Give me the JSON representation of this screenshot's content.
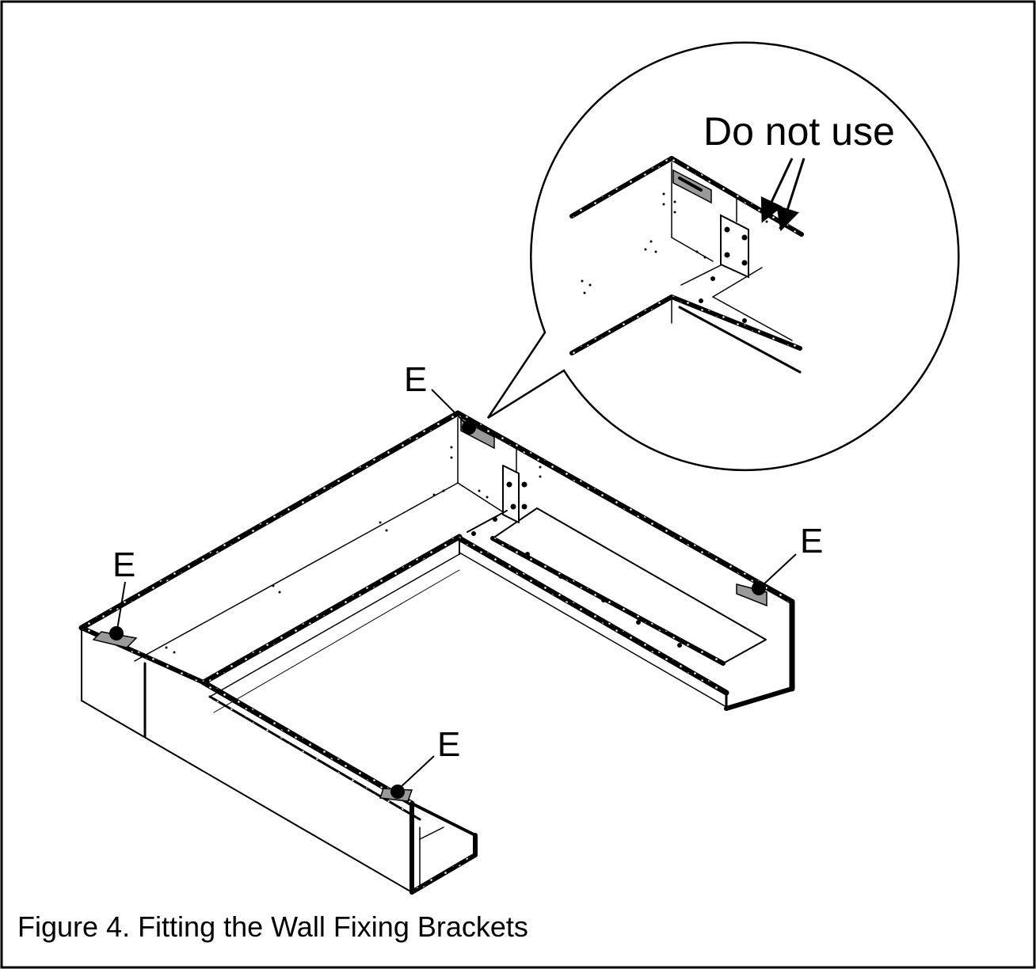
{
  "labels": {
    "bracket_letter": "E",
    "do_not_use": "Do not use"
  },
  "caption": "Figure 4. Fitting the Wall Fixing Brackets",
  "colors": {
    "line": "#000000",
    "bracket_fill": "#9a9a9a",
    "background": "#ffffff"
  }
}
